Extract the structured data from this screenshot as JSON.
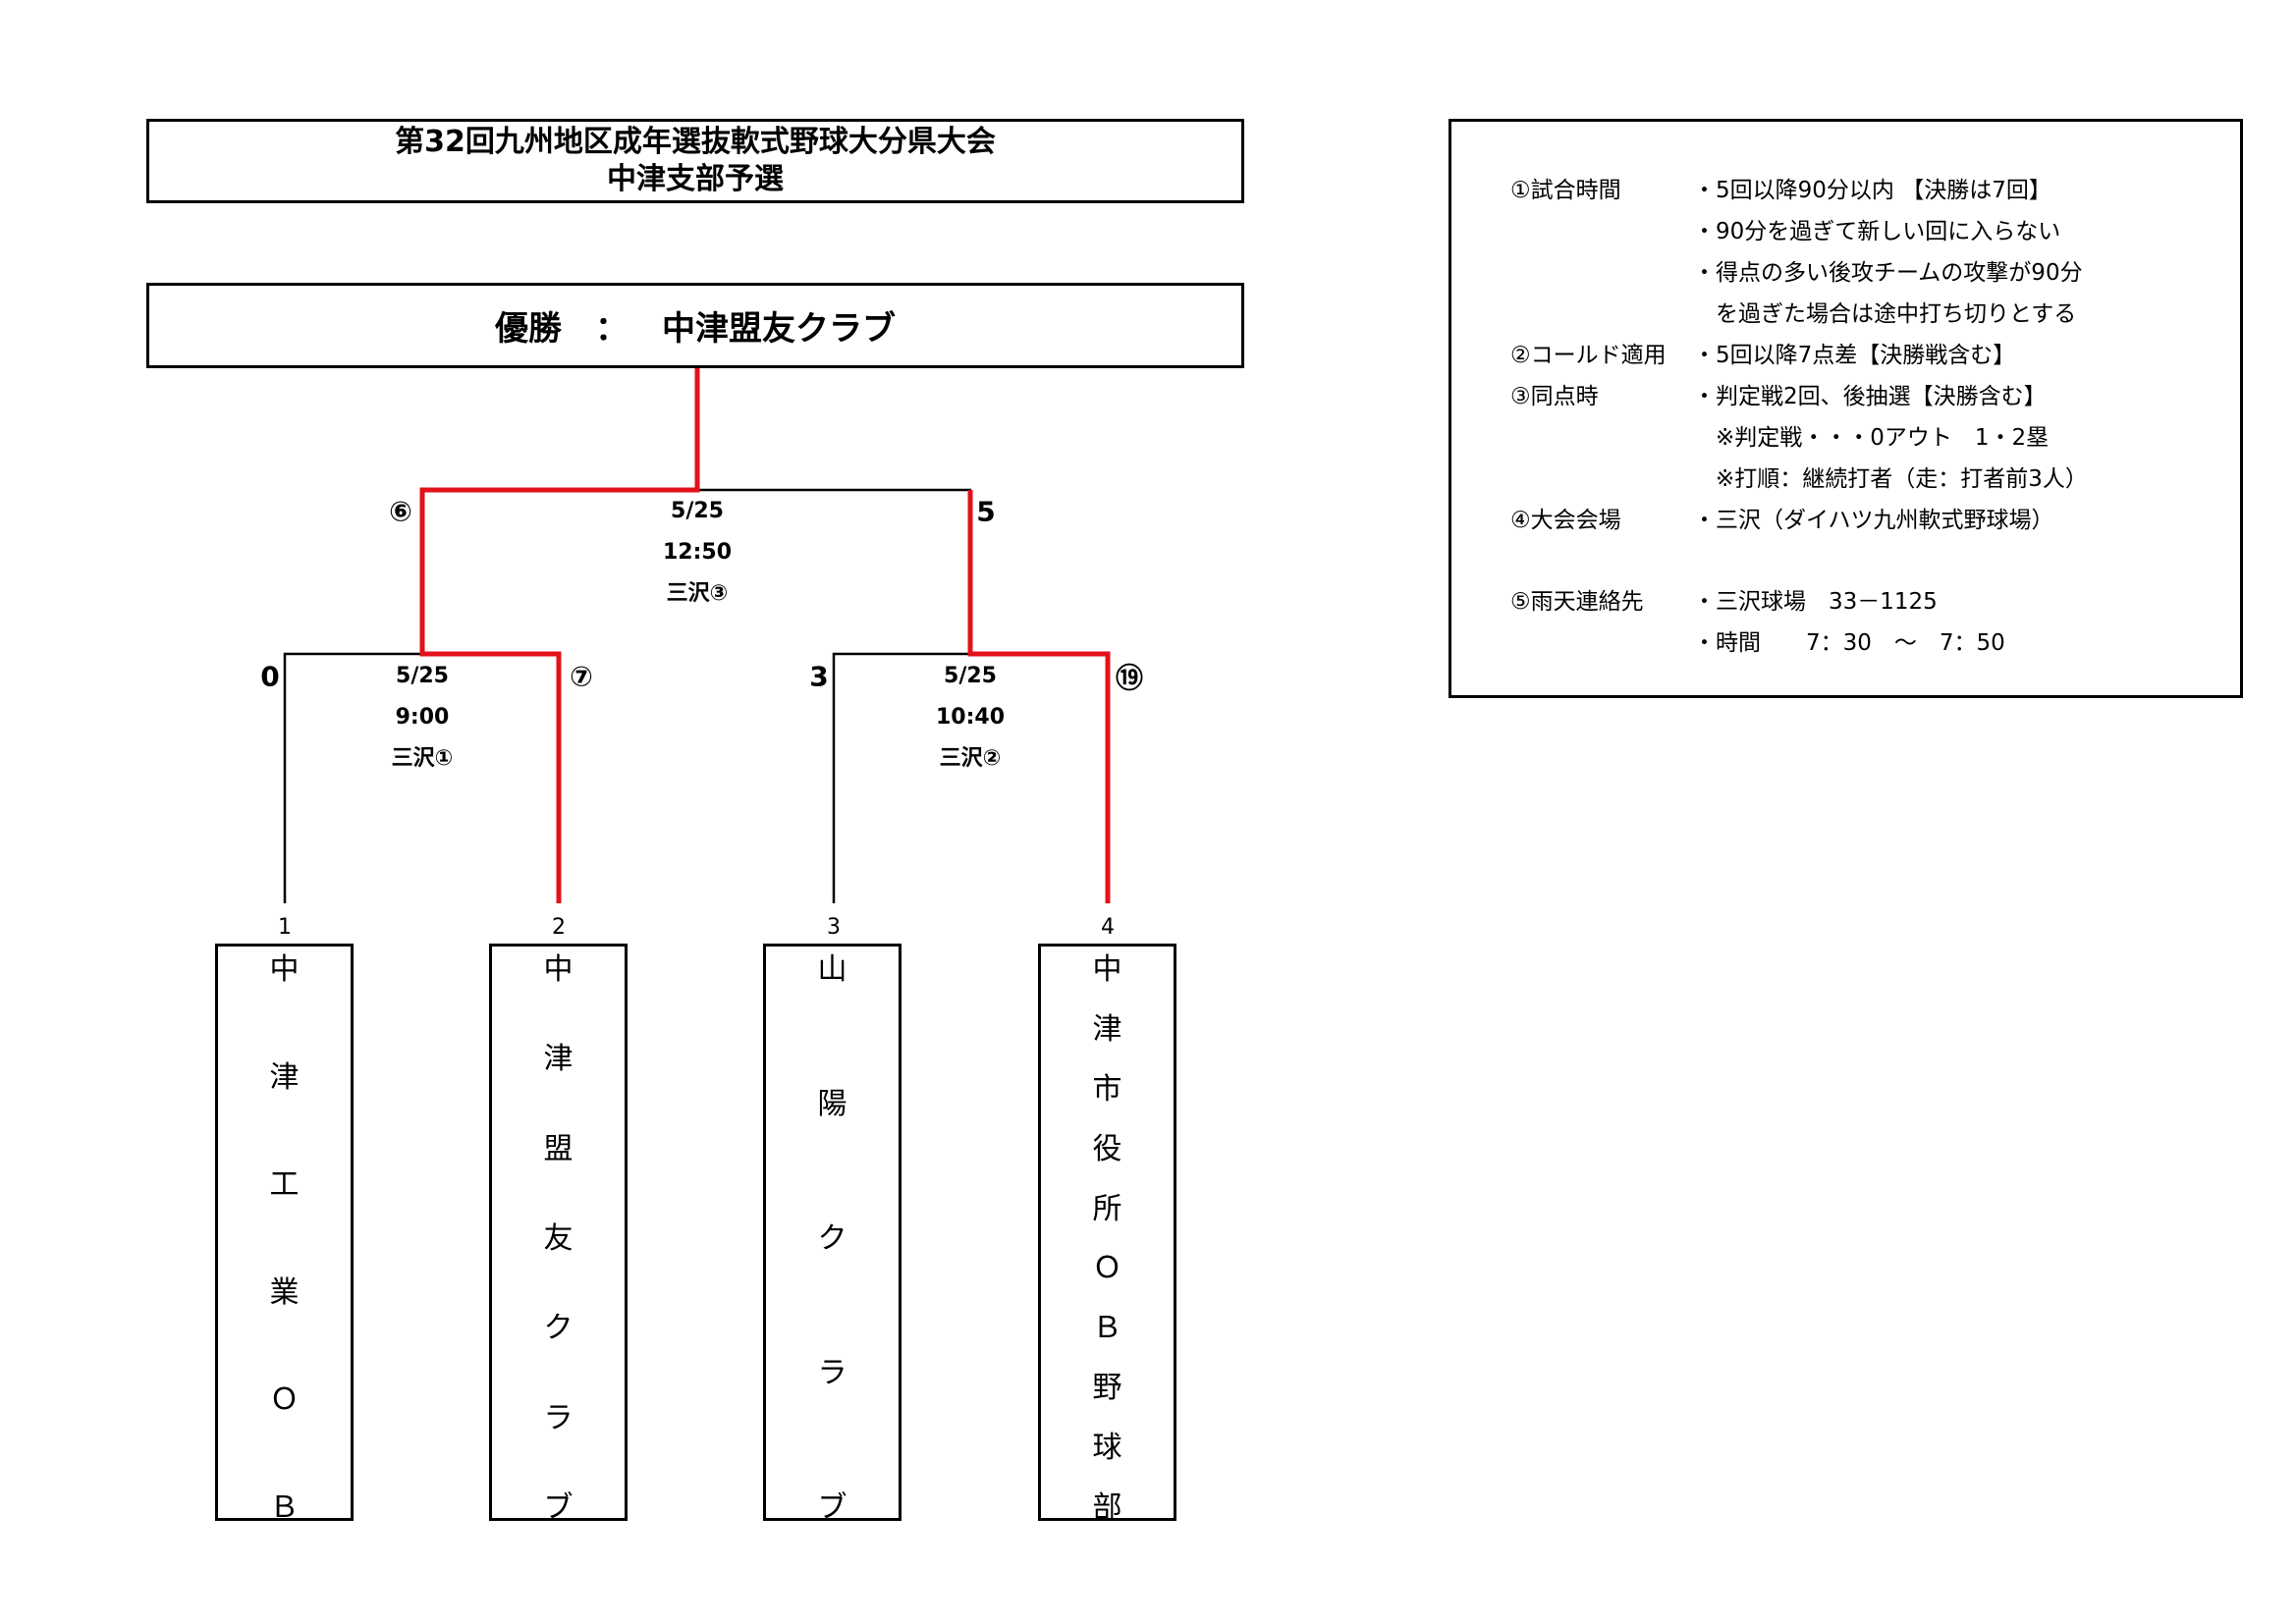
{
  "header": {
    "title_line1": "第32回九州地区成年選抜軟式野球大分県大会",
    "title_line2": "中津支部予選"
  },
  "winner": {
    "label": "優勝",
    "separator": "：",
    "team": "中津盟友クラブ"
  },
  "rules": [
    {
      "label": "①試合時間",
      "lines": [
        "・5回以降90分以内 【決勝は7回】",
        "・90分を過ぎて新しい回に入らない",
        "・得点の多い後攻チームの攻撃が90分",
        "　を過ぎた場合は途中打ち切りとする"
      ]
    },
    {
      "label": "②コールド適用",
      "lines": [
        "・5回以降7点差【決勝戦含む】"
      ]
    },
    {
      "label": "③同点時",
      "lines": [
        "・判定戦2回、後抽選【決勝含む】",
        "　※判定戦・・・0アウト　1・2塁",
        "　※打順：継続打者（走：打者前3人）"
      ]
    },
    {
      "label": "④大会会場",
      "lines": [
        "・三沢（ダイハツ九州軟式野球場）"
      ]
    },
    {
      "label": "⑤雨天連絡先",
      "lines": [
        "・三沢球場　33－1125",
        "・時間　　7：30　～　7：50"
      ]
    }
  ],
  "matches": {
    "m1": {
      "date": "5/25",
      "time": "9:00",
      "venue": "三沢①",
      "score_left": "0",
      "score_right": "⑦"
    },
    "m2": {
      "date": "5/25",
      "time": "10:40",
      "venue": "三沢②",
      "score_left": "3",
      "score_right": "⑲"
    },
    "final": {
      "date": "5/25",
      "time": "12:50",
      "venue": "三沢③",
      "score_left": "⑥",
      "score_right": "5"
    }
  },
  "teams": [
    {
      "slot": "1",
      "name": "中津工業ＯＢ"
    },
    {
      "slot": "2",
      "name": "中津盟友クラブ"
    },
    {
      "slot": "3",
      "name": "山陽クラブ"
    },
    {
      "slot": "4",
      "name": "中津市役所ＯＢ野球部"
    }
  ],
  "colors": {
    "winner_line": "#e3111a",
    "line": "#000000"
  }
}
